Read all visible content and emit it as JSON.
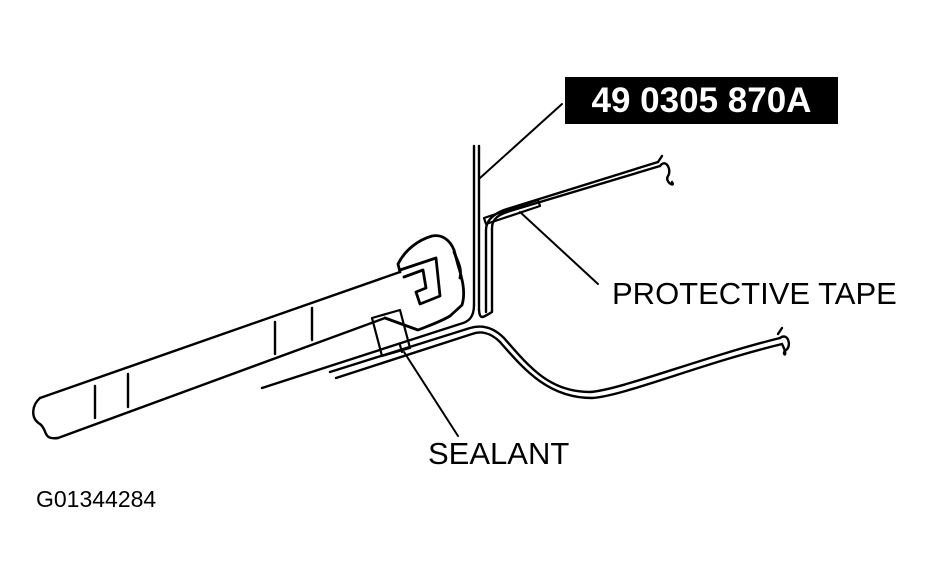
{
  "tool_number": "49 0305 870A",
  "labels": {
    "protective_tape": "PROTECTIVE TAPE",
    "sealant": "SEALANT"
  },
  "figure_id": "G01344284",
  "colors": {
    "ink": "#000000",
    "paper": "#ffffff"
  }
}
